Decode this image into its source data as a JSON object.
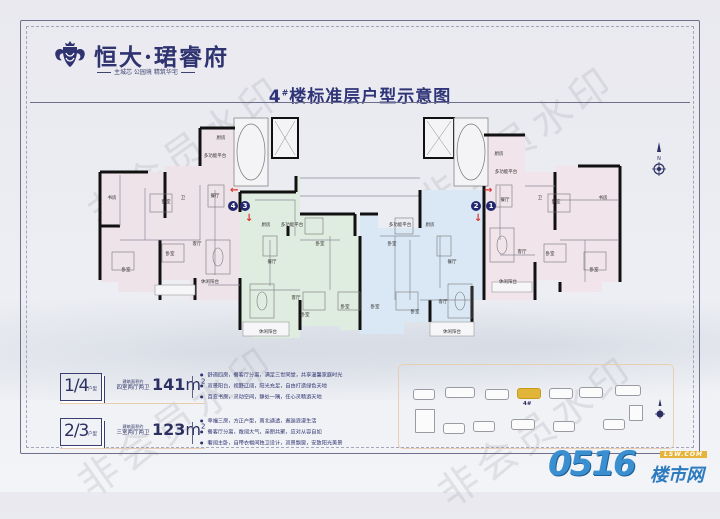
{
  "brand": {
    "name": "恒大·珺睿府",
    "tagline": "主城芯 公园境 精筑华宅",
    "crest_icon": "crest-icon"
  },
  "page": {
    "title": "楼标准层户型示意图",
    "building_no": "4",
    "building_sup": "#"
  },
  "plan": {
    "units": [
      {
        "id": "1",
        "color": "#f1e4ea",
        "position": "right"
      },
      {
        "id": "2",
        "color": "#d9e8f4",
        "position": "center-right"
      },
      {
        "id": "3",
        "color": "#dfece0",
        "position": "center-left"
      },
      {
        "id": "4",
        "color": "#efe3ea",
        "position": "left"
      }
    ],
    "room_labels": {
      "kitchen": "厨房",
      "multi_platform": "多功能平台",
      "dining": "餐厅",
      "living": "客厅",
      "bedroom": "卧室",
      "study": "书房",
      "bath": "卫",
      "balcony": "休闲阳台"
    },
    "markers": [
      "1",
      "2",
      "3",
      "4"
    ],
    "compass_icon": "compass-icon",
    "compass_label": "N"
  },
  "info": {
    "rows": [
      {
        "type": "1/4",
        "type_suffix": "户型",
        "area_caption": "建筑面积约",
        "layout": "四室两厅两卫",
        "area": "141",
        "unit": "m",
        "unit_sup": "2",
        "bullets": [
          "舒適四房，餐客厅分离，满足三世同堂，共享温馨家庭时光",
          "双景阳台，视野辽阔，阳光充足，自由打造绿色天地",
          "百变书房，灵动空间，静处一隅，任心灵畅游天地"
        ]
      },
      {
        "type": "2/3",
        "type_suffix": "户型",
        "area_caption": "建筑面积约",
        "layout": "三室两厅两卫",
        "area": "123",
        "unit": "m",
        "unit_sup": "2",
        "bullets": [
          "幸福三房，方正户型，南北通透，邂逅浪漫生活",
          "餐客厅分离，敞阔大气，亲朋共聚，应对从容自如",
          "奢阔主卧，自带衣帽间独卫设计，双景飘窗，安致阳光美景"
        ]
      }
    ]
  },
  "site_map": {
    "highlight_label": "4#",
    "highlight_color": "#e0b53a",
    "compass_icon": "compass-icon"
  },
  "watermark": {
    "text": "非会员水印"
  },
  "footer_logo": {
    "number": "0516",
    "cn": "楼市网",
    "url": "LSW.COM"
  }
}
